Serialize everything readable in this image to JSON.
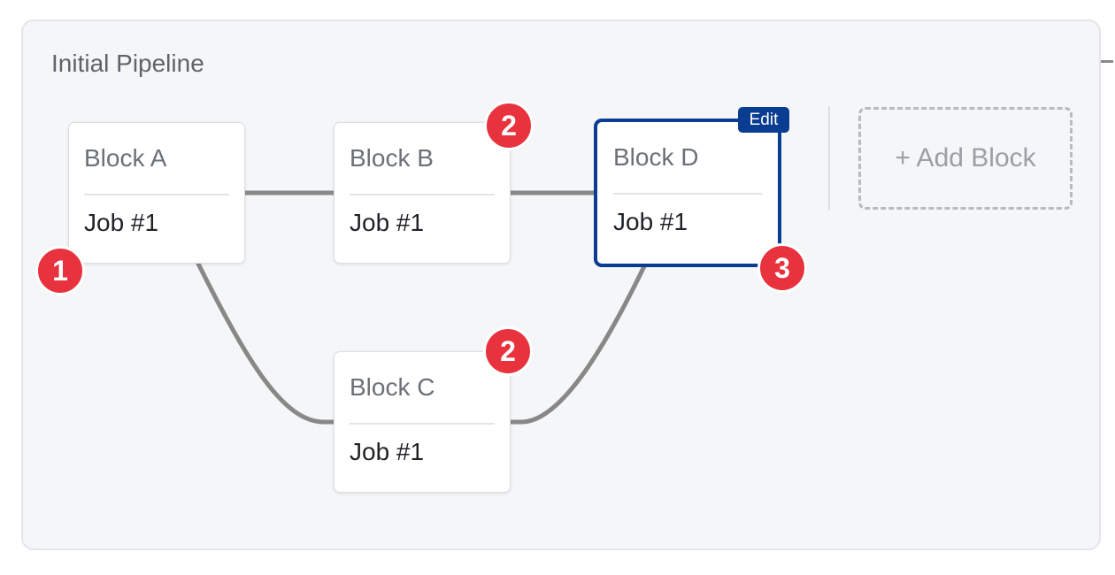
{
  "pipeline": {
    "title": "Initial Pipeline",
    "blocks": [
      {
        "id": "a",
        "name": "Block A",
        "job": "Job #1"
      },
      {
        "id": "b",
        "name": "Block B",
        "job": "Job #1"
      },
      {
        "id": "d",
        "name": "Block D",
        "job": "Job #1",
        "selected": true,
        "tag": "Edit"
      },
      {
        "id": "c",
        "name": "Block C",
        "job": "Job #1"
      }
    ],
    "badges": {
      "a": "1",
      "b": "2",
      "c": "2",
      "d": "3"
    },
    "add_block_label": "+ Add Block"
  },
  "colors": {
    "selected_border": "#0a3d91",
    "badge": "#e8323e",
    "connector": "#888888"
  }
}
